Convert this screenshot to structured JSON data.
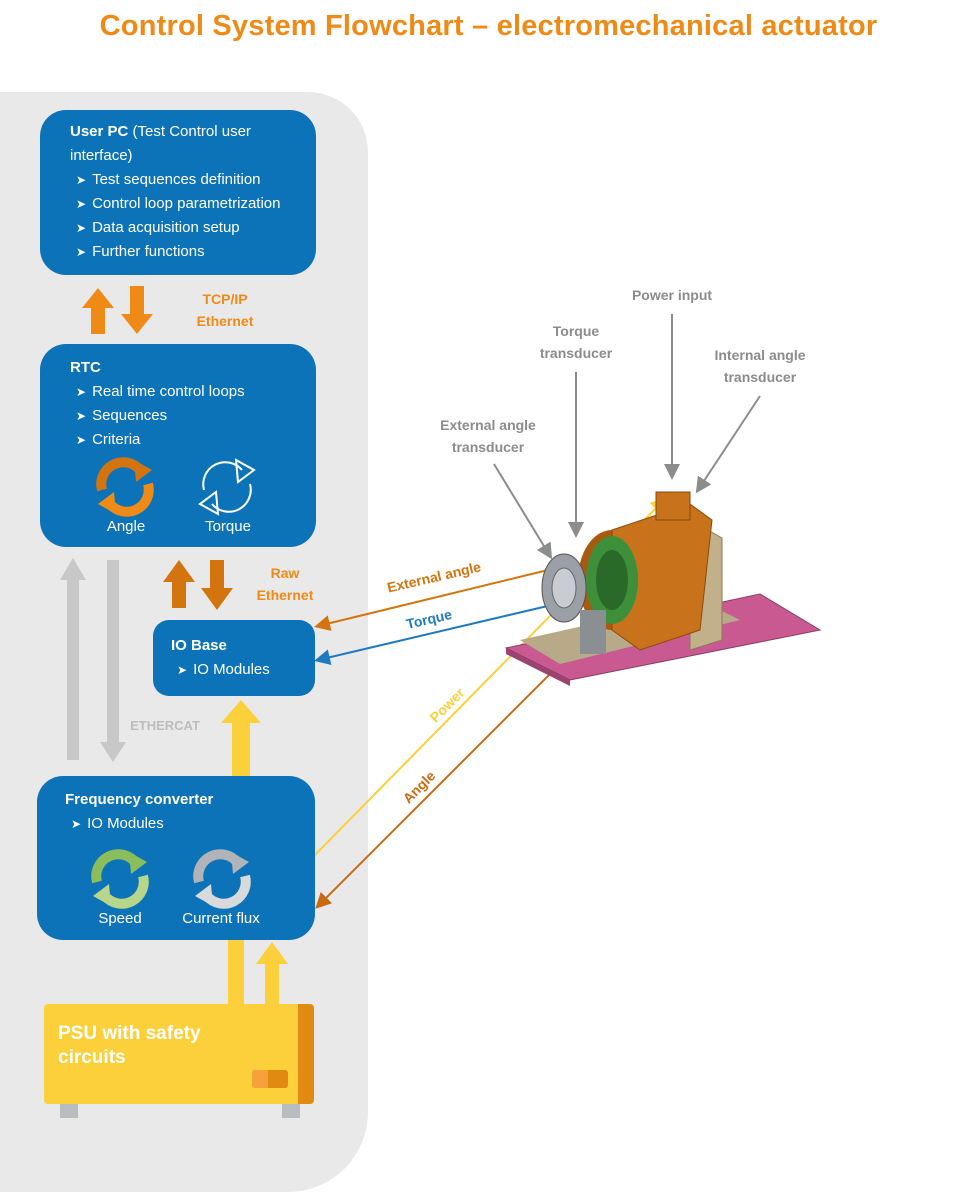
{
  "title": "Control System Flowchart – electromechanical actuator",
  "user_pc": {
    "heading": "User PC",
    "subheading": " (Test Control user interface)",
    "items": [
      "Test sequences definition",
      "Control loop parametrization",
      "Data acquisition setup",
      "Further functions"
    ]
  },
  "link_pc_rtc": {
    "line1": "TCP/IP",
    "line2": "Ethernet"
  },
  "rtc": {
    "heading": "RTC",
    "items": [
      "Real time control loops",
      "Sequences",
      "Criteria"
    ],
    "loops": [
      "Angle",
      "Torque"
    ]
  },
  "link_rtc_io": {
    "line1": "Raw",
    "line2": "Ethernet"
  },
  "io_base": {
    "heading": "IO Base",
    "items": [
      "IO Modules"
    ]
  },
  "ethercat_label": "ETHERCAT",
  "freq_conv": {
    "heading": "Frequency converter",
    "items": [
      "IO Modules"
    ],
    "loops": [
      "Speed",
      "Current flux"
    ]
  },
  "psu": {
    "label": "PSU with safety circuits"
  },
  "callouts": {
    "power_input": "Power input",
    "torque_transducer": {
      "line1": "Torque",
      "line2": "transducer"
    },
    "internal_angle": {
      "line1": "Internal angle",
      "line2": "transducer"
    },
    "external_angle": {
      "line1": "External angle",
      "line2": "transducer"
    }
  },
  "signals": {
    "external_angle": "External angle",
    "torque": "Torque",
    "power": "Power",
    "angle": "Angle"
  },
  "colors": {
    "title": "#ef8a17",
    "box": "#0d73b9",
    "orange_arrow": "#ef8a17",
    "dark_orange_arrow": "#d4740f",
    "yellow": "#fcd03a",
    "grey_arrow": "#c8c8c8",
    "torque_signal": "#1f7bbf",
    "angle_signal": "#c96a12",
    "callout_grey": "#8c8c8c"
  }
}
